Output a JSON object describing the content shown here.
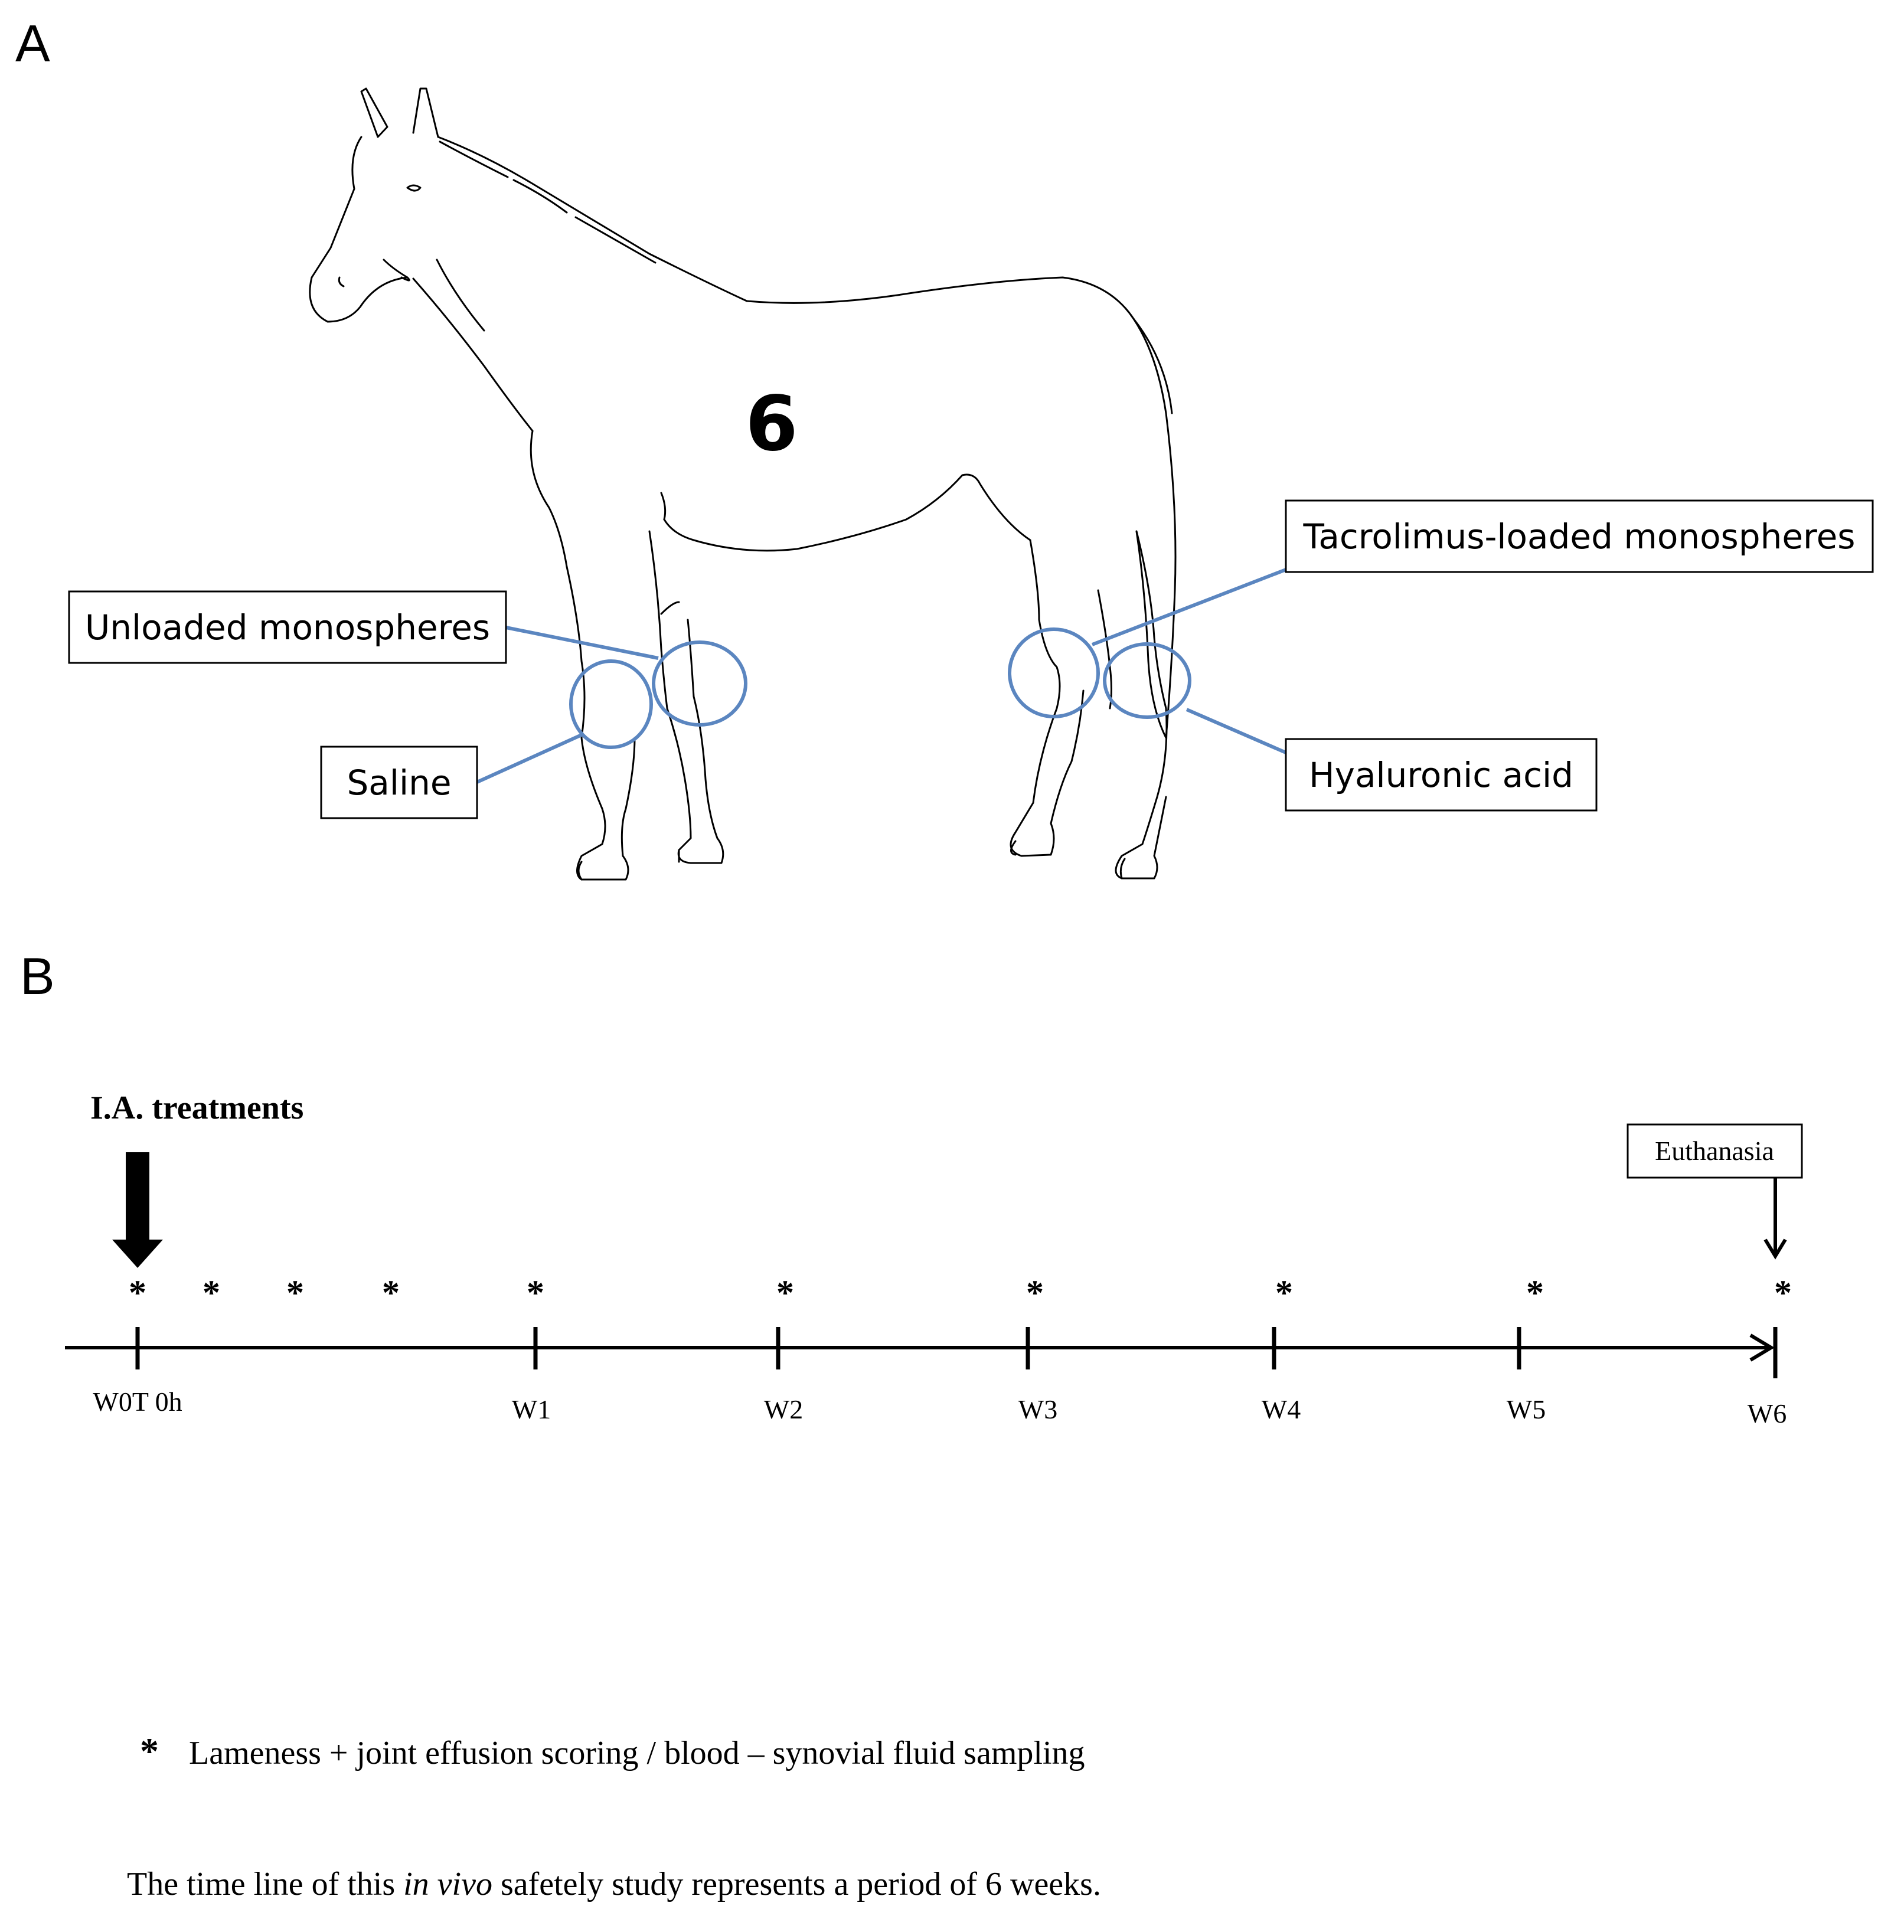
{
  "panels": {
    "a_letter": "A",
    "b_letter": "B"
  },
  "panel_a": {
    "horse_number": "6",
    "joint_labels": {
      "unloaded": "Unloaded monospheres",
      "saline": "Saline",
      "tacrolimus": "Tacrolimus-loaded monospheres",
      "hyaluronic": "Hyaluronic acid"
    },
    "colors": {
      "joint_circle": "#5b86c0",
      "outline": "#000000"
    }
  },
  "panel_b": {
    "start_label": "I.A. treatments",
    "end_label": "Euthanasia",
    "sample_marker": "*",
    "ticks": [
      "W0T 0h",
      "W1",
      "W2",
      "W3",
      "W4",
      "W5",
      "W6"
    ]
  },
  "legend": {
    "marker": "*",
    "text": "Lameness + joint effusion scoring / blood – synovial fluid sampling"
  },
  "caption": {
    "before": "The time line of this ",
    "italic": "in vivo",
    "after": " safetely study represents a period of 6 weeks."
  }
}
